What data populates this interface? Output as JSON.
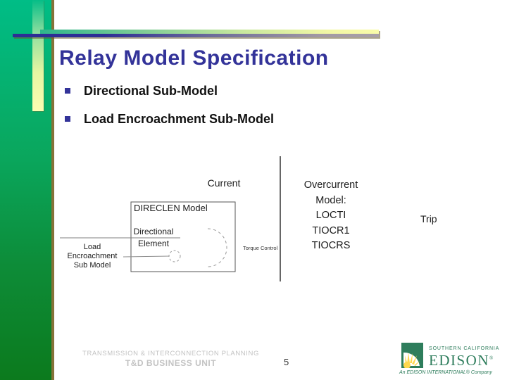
{
  "slide": {
    "title": "Relay Model Specification",
    "bullets": [
      "Directional Sub-Model",
      "Load Encroachment Sub-Model"
    ]
  },
  "diagram": {
    "current_label": "Current",
    "box_title": "DIRECLEN Model",
    "directional_lines": [
      "Directional",
      "Element"
    ],
    "load_lines": [
      "Load",
      "Encroachment",
      "Sub Model"
    ],
    "torque_label": "Torque Control",
    "overcurrent_lines": [
      "Overcurrent",
      "Model:",
      "LOCTI",
      "TIOCR1",
      "TIOCRS"
    ],
    "trip_label": "Trip"
  },
  "footer": {
    "line1": "TRANSMISSION & INTERCONNECTION PLANNING",
    "line2": "T&D BUSINESS UNIT",
    "page_number": "5"
  },
  "logo": {
    "region": "SOUTHERN CALIFORNIA",
    "name": "EDISON",
    "registered": "®",
    "tagline": "An EDISON INTERNATIONAL® Company"
  },
  "colors": {
    "title_navy": "#333399",
    "sidebar_teal_top": "#00bd86",
    "sidebar_green_bottom": "#0c7a1d",
    "bar_yellow": "#fafca9",
    "bar_blue": "#2d2d95",
    "border_olive": "#857238",
    "edison_green": "#2e7d5c",
    "sunburst_yellow": "#ffd84d",
    "footer_gray": "#c3c3c3"
  }
}
